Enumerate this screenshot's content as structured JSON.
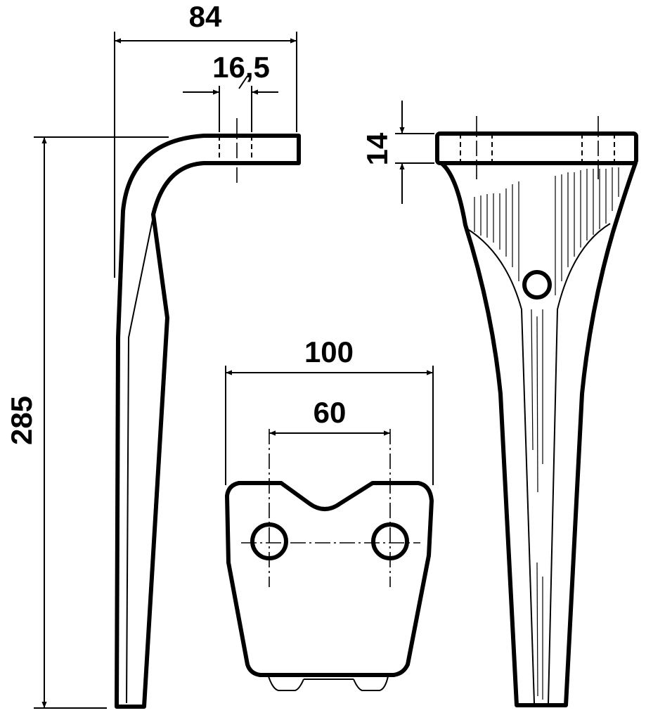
{
  "dimensions": {
    "width_overall": "84",
    "bolt_hole": "16,5",
    "height_overall": "285",
    "flange_thickness": "14",
    "blade_width": "100",
    "hole_spacing": "60"
  }
}
